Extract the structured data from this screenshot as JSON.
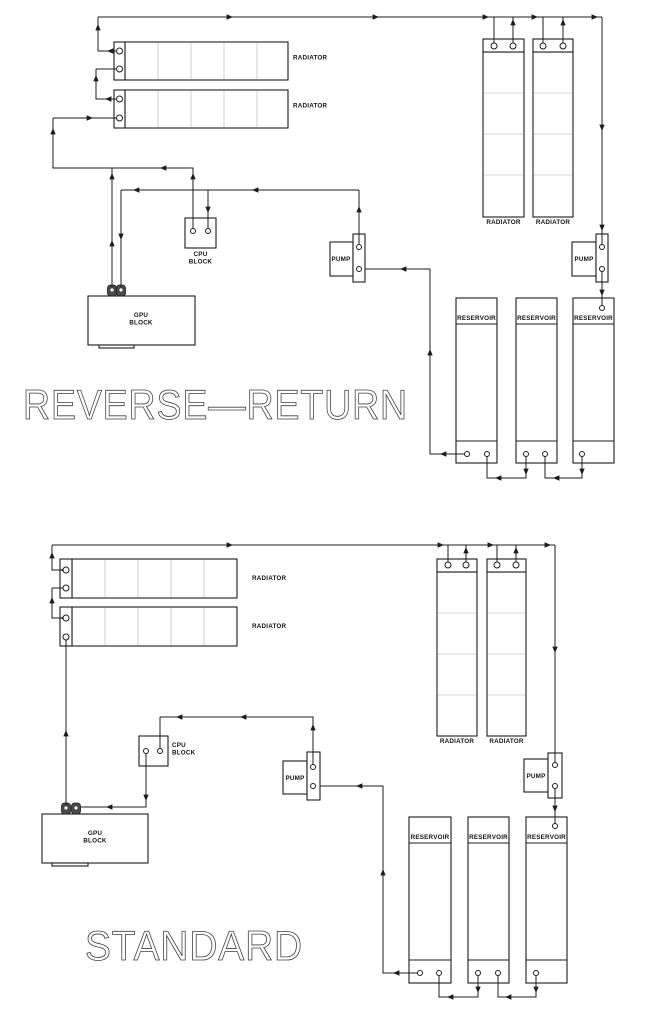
{
  "titles": {
    "reverse_return": "REVERSE—RETURN",
    "standard": "STANDARD"
  },
  "labels": {
    "radiator": "RADIATOR",
    "reservoir": "RESERVOIR",
    "pump": "PUMP",
    "cpu_block": [
      "CPU",
      "BLOCK"
    ],
    "gpu_block": [
      "GPU",
      "BLOCK"
    ]
  },
  "colors": {
    "background": "#ffffff",
    "line": "#1c1c1c",
    "radiator_core": "#3d3d3d",
    "title_stroke": "#3f3f3f"
  }
}
